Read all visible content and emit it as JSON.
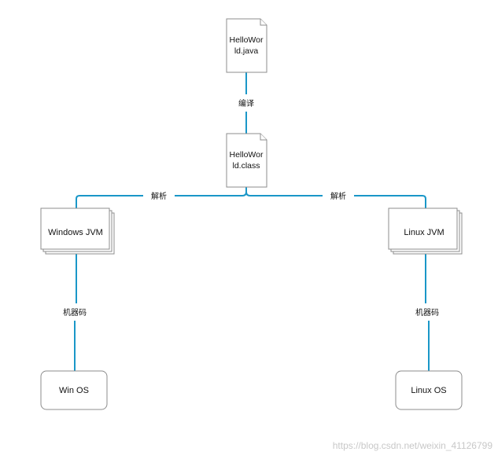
{
  "files": {
    "java": {
      "line1": "HelloWor",
      "line2": "ld.java"
    },
    "class": {
      "line1": "HelloWor",
      "line2": "ld.class"
    }
  },
  "edges": {
    "compile": "编译",
    "parse_left": "解析",
    "parse_right": "解析",
    "machine_code_left": "机器码",
    "machine_code_right": "机器码"
  },
  "jvms": {
    "windows": "Windows JVM",
    "linux": "Linux JVM"
  },
  "os": {
    "win": "Win OS",
    "linux": "Linux OS"
  },
  "watermark": "https://blog.csdn.net/weixin_41126799",
  "colors": {
    "connector": "#1a97c8",
    "shape_border": "#8c8c8c",
    "watermark": "#c8c8c8"
  }
}
